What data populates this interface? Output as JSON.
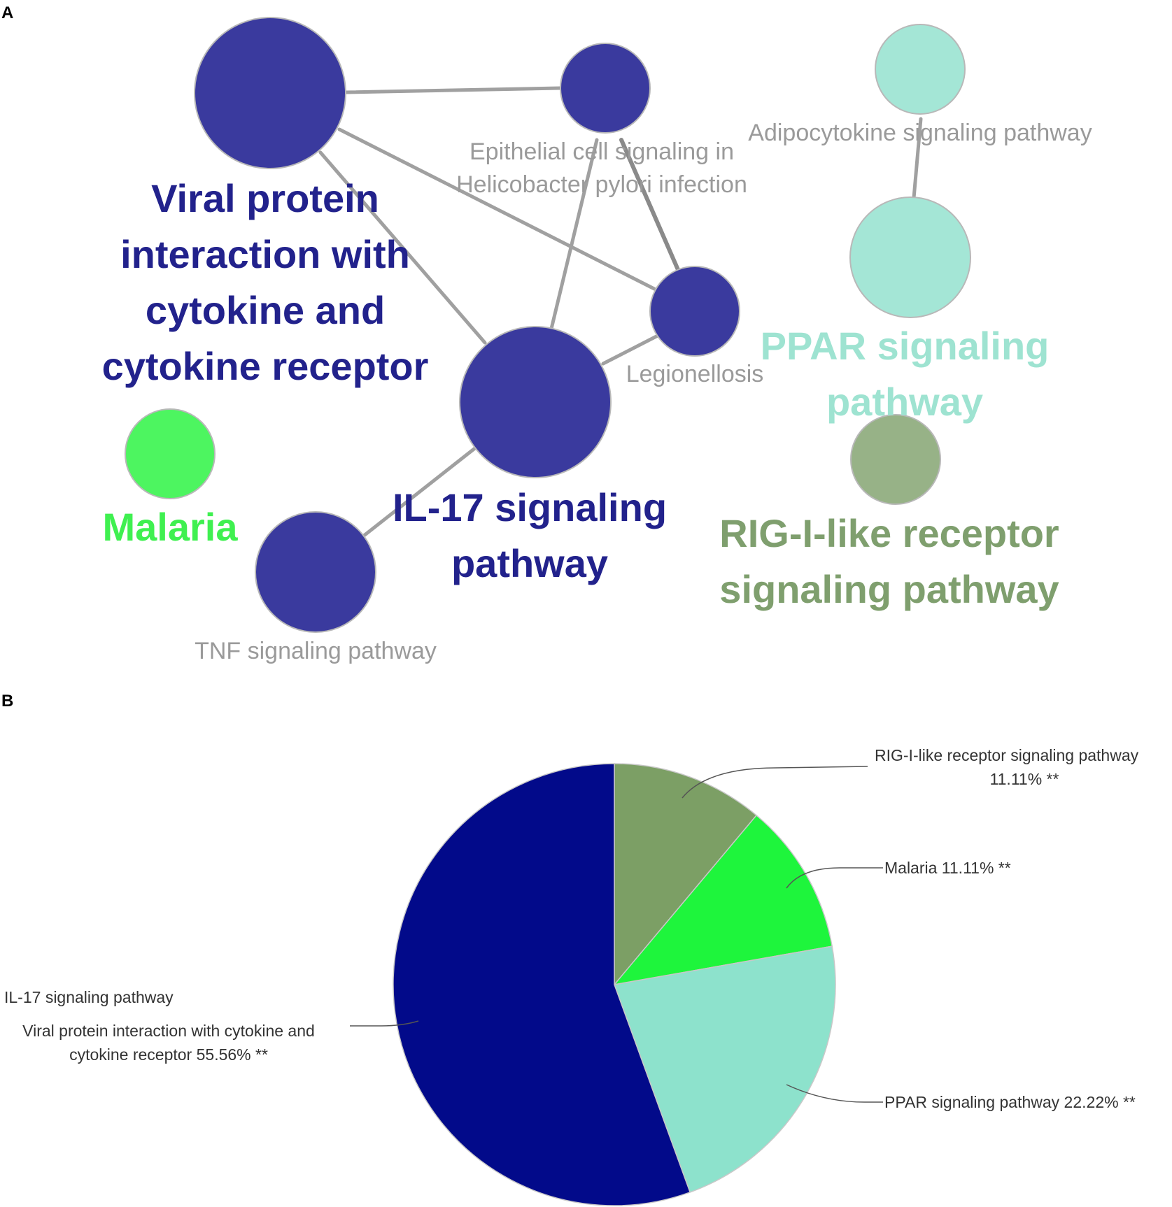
{
  "panels": {
    "a": "A",
    "b": "B"
  },
  "colors": {
    "navy": "#3a3a9e",
    "navy_text": "#22228c",
    "teal": "#a4e6d6",
    "teal_text": "#9ee3d1",
    "green": "#4df560",
    "green_text": "#3ff050",
    "olive": "#97b287",
    "olive_text": "#7f9f6e",
    "grey_text": "#9a9a9a"
  },
  "network": {
    "nodes": [
      {
        "id": "viral",
        "color": "navy"
      },
      {
        "id": "epithelial",
        "color": "navy"
      },
      {
        "id": "legionellosis",
        "color": "navy"
      },
      {
        "id": "il17",
        "color": "navy"
      },
      {
        "id": "tnf",
        "color": "navy"
      },
      {
        "id": "malaria",
        "color": "green"
      },
      {
        "id": "adipocytokine",
        "color": "teal"
      },
      {
        "id": "ppar",
        "color": "teal"
      },
      {
        "id": "rig",
        "color": "olive"
      }
    ],
    "edges": [
      [
        "viral",
        "epithelial"
      ],
      [
        "viral",
        "legionellosis"
      ],
      [
        "viral",
        "il17"
      ],
      [
        "epithelial",
        "il17"
      ],
      [
        "epithelial",
        "legionellosis"
      ],
      [
        "il17",
        "legionellosis"
      ],
      [
        "il17",
        "tnf"
      ],
      [
        "adipocytokine",
        "ppar"
      ]
    ],
    "labels": {
      "viral": [
        "Viral protein",
        "interaction with",
        "cytokine and",
        "cytokine receptor"
      ],
      "il17": [
        "IL-17 signaling",
        "pathway"
      ],
      "malaria": [
        "Malaria"
      ],
      "ppar": [
        "PPAR signaling",
        "pathway"
      ],
      "rig": [
        "RIG-I-like receptor",
        "signaling pathway"
      ],
      "epithelial": [
        "Epithelial cell signaling in",
        "Helicobacter pylori infection"
      ],
      "legionellosis": [
        "Legionellosis"
      ],
      "tnf": [
        "TNF signaling pathway"
      ],
      "adipocytokine": [
        "Adipocytokine signaling pathway"
      ]
    }
  },
  "chart_data": {
    "type": "pie",
    "start_angle_deg": 0,
    "direction": "clockwise",
    "slices": [
      {
        "name": "RIG-I-like receptor signaling pathway",
        "value": 11.11,
        "color": "#7c9f65"
      },
      {
        "name": "Malaria",
        "value": 11.11,
        "color": "#1ef53c"
      },
      {
        "name": "PPAR signaling pathway",
        "value": 22.22,
        "color": "#8de2cc"
      },
      {
        "name": "IL-17 signaling pathway / Viral protein interaction with cytokine and cytokine receptor",
        "value": 55.56,
        "color": "#020a8a"
      }
    ],
    "labels": {
      "rig": [
        "RIG-I-like receptor signaling pathway",
        "11.11% **"
      ],
      "malaria": [
        "Malaria 11.11% **"
      ],
      "ppar": [
        "PPAR signaling pathway 22.22% **"
      ],
      "viral": [
        "IL-17 signaling pathway",
        "Viral protein interaction with cytokine and",
        "cytokine receptor 55.56% **"
      ]
    }
  }
}
